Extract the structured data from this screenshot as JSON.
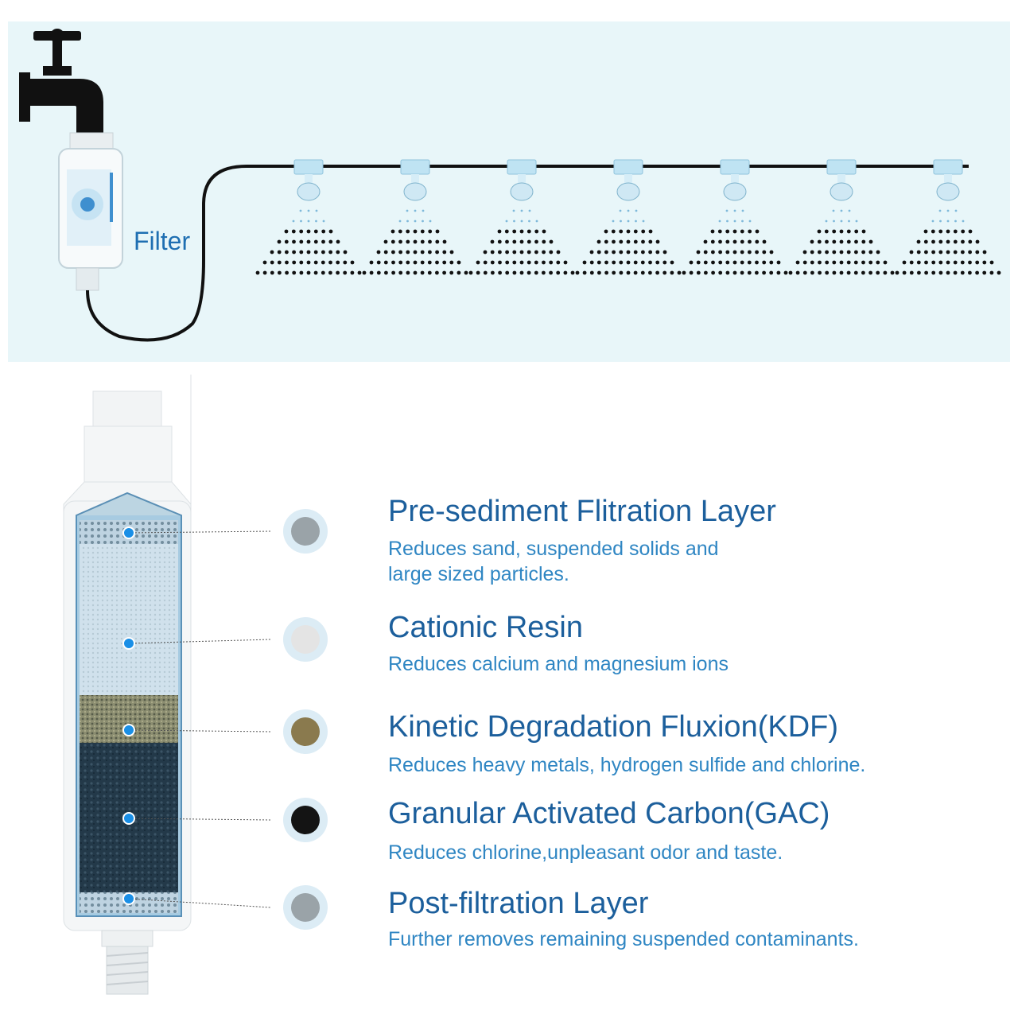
{
  "installation": {
    "filter_label": "Filter",
    "nozzle_count": 7,
    "colors": {
      "panel_bg": "#e8f6f9",
      "pipe": "#111111",
      "nozzle": "#bfe3f3",
      "label": "#1f6fb2"
    }
  },
  "cartridge": {
    "colors": {
      "title": "#1c5f9c",
      "description": "#2f86c3",
      "marker": "#1a8fe6",
      "shell": "#f4f6f7"
    },
    "layers": [
      {
        "title": "Pre-sediment Flitration Layer",
        "description": "Reduces sand, suspended solids and\nlarge sized particles.",
        "swatch_color": "#9aa3a8"
      },
      {
        "title": "Cationic Resin",
        "description": "Reduces calcium and magnesium ions",
        "swatch_color": "#e4e4e4"
      },
      {
        "title": "Kinetic Degradation Fluxion(KDF)",
        "description": "Reduces heavy metals, hydrogen sulfide and chlorine.",
        "swatch_color": "#8a7a4e"
      },
      {
        "title": "Granular Activated Carbon(GAC)",
        "description": "Reduces chlorine,unpleasant odor and taste.",
        "swatch_color": "#141414"
      },
      {
        "title": "Post-filtration Layer",
        "description": "Further removes remaining suspended contaminants.",
        "swatch_color": "#9aa3a8"
      }
    ]
  }
}
